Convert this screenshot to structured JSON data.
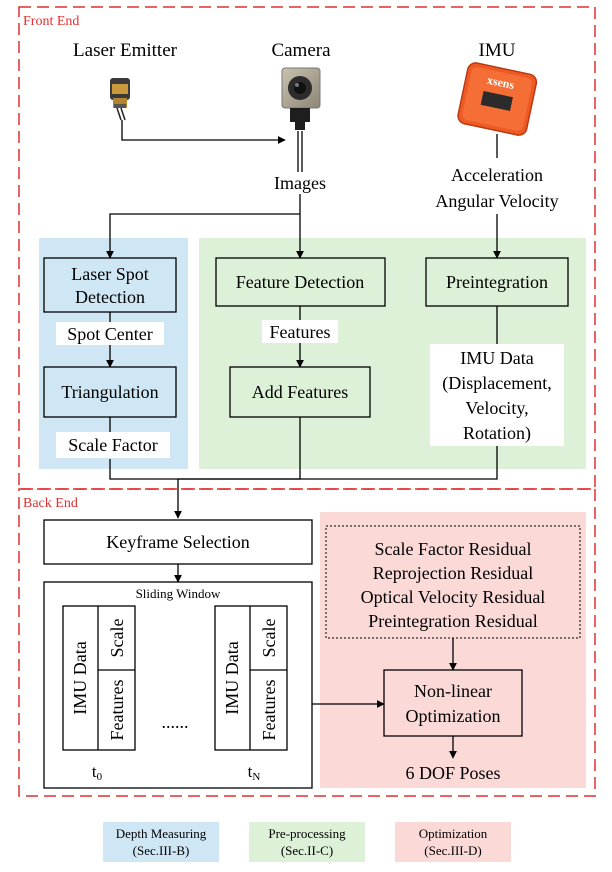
{
  "sections": {
    "front_end": "Front End",
    "back_end": "Back End"
  },
  "devices": {
    "laser_emitter": "Laser Emitter",
    "camera": "Camera",
    "imu": "IMU",
    "imu_brand": "xsens"
  },
  "signals": {
    "images": "Images",
    "acceleration": "Acceleration",
    "angular_velocity": "Angular Velocity",
    "spot_center": "Spot Center",
    "scale_factor": "Scale Factor",
    "features": "Features",
    "imu_data_lines": [
      "IMU Data",
      "(Displacement,",
      "Velocity,",
      "Rotation)"
    ]
  },
  "blocks": {
    "laser_spot_detection": [
      "Laser Spot",
      "Detection"
    ],
    "triangulation": "Triangulation",
    "feature_detection": "Feature Detection",
    "add_features": "Add Features",
    "preintegration": "Preintegration",
    "keyframe_selection": "Keyframe Selection",
    "sliding_window": "Sliding Window",
    "nonlinear_optimization": [
      "Non-linear",
      "Optimization"
    ],
    "poses": "6 DOF Poses"
  },
  "window": {
    "cell_imu": "IMU Data",
    "cell_scale": "Scale",
    "cell_features": "Features",
    "ellipsis": "......",
    "t0": "t",
    "t0_sub": "0",
    "tn": "t",
    "tn_sub": "N"
  },
  "residuals": [
    "Scale Factor Residual",
    "Reprojection Residual",
    "Optical Velocity Residual",
    "Preintegration Residual"
  ],
  "legend": [
    {
      "title": "Depth Measuring",
      "ref": "(Sec.III-B)",
      "color": "#cfe6f5"
    },
    {
      "title": "Pre-processing",
      "ref": "(Sec.II-C)",
      "color": "#dcf1d8"
    },
    {
      "title": "Optimization",
      "ref": "(Sec.III-D)",
      "color": "#fad9d7"
    }
  ],
  "colors": {
    "section_border": "#e03030",
    "depth_bg": "#cfe6f5",
    "preproc_bg": "#dcf1d8",
    "optim_bg": "#fad9d7",
    "imu_orange": "#ee5a24"
  }
}
